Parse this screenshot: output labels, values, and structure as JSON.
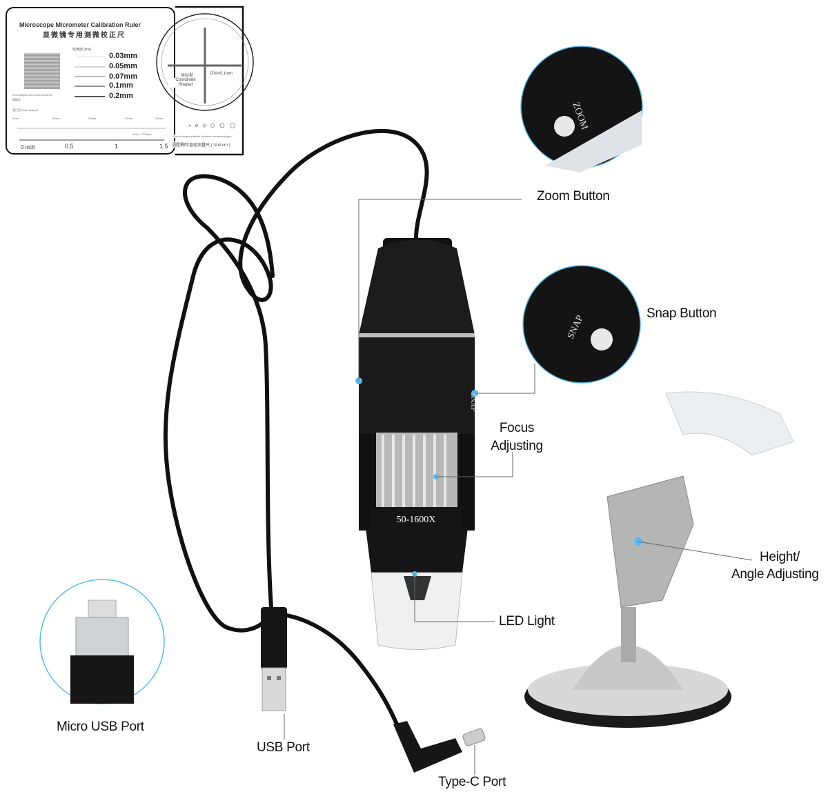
{
  "ruler_card": {
    "title": "Microscope Micrometer Calibration Ruler",
    "title_cn": "显微镜专用测微校正尺",
    "line_width_label": "线宽度 [line]",
    "line_widths": [
      "0.03mm",
      "0.05mm",
      "0.07mm",
      "0.1mm",
      "0.2mm"
    ],
    "grid_label": "Grid Shaped DIV=0.1mm/0.5mm",
    "grid_label_cn": "网格型",
    "ruler_label": "直尺型 Ruler shaped",
    "mm_ticks": [
      "0mm",
      "10mm",
      "20mm",
      "30mm",
      "40mm"
    ],
    "inch_note": "1inch = 25.4mm",
    "inch_ticks": [
      "0 inch",
      "0.5",
      "1",
      "1.5"
    ],
    "coordinate_label_cn": "坐标型",
    "coordinate_label": "Coordinate Shaped",
    "div_label": "DIV=0.1mm",
    "round_label": "Round-shaped particle diameter measuring tape",
    "round_label_cn": "圆型颗粒直径测量尺 ( Unit:um )"
  },
  "device": {
    "magnification": "50-1600X",
    "zoom_text": "ZOOM",
    "snap_text": "SNAP"
  },
  "callouts": {
    "zoom_button": "Zoom Button",
    "snap_button": "Snap Button",
    "focus_line1": "Focus",
    "focus_line2": "Adjusting",
    "height_line1": "Height/",
    "height_line2": "Angle Adjusting",
    "led_light": "LED Light",
    "micro_usb": "Micro USB Port",
    "usb_port": "USB Port",
    "typec_port": "Type-C Port"
  },
  "colors": {
    "accent": "#5bb8e8",
    "device_body": "#1a1a1a"
  }
}
